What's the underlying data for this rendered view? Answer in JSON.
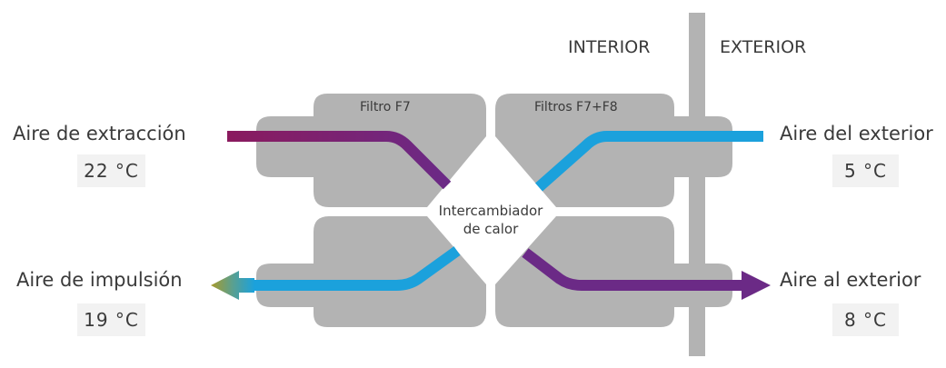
{
  "zones": {
    "interior": "INTERIOR",
    "exterior": "EXTERIOR"
  },
  "filters": {
    "left": "Filtro F7",
    "right": "Filtros F7+F8"
  },
  "exchanger": {
    "line1": "Intercambiador",
    "line2": "de calor"
  },
  "flows": {
    "extraction": {
      "label": "Aire de extracción",
      "temp": "22 °C"
    },
    "outdoor": {
      "label": "Aire del exterior",
      "temp": "5 °C"
    },
    "supply": {
      "label": "Aire de impulsión",
      "temp": "19 °C"
    },
    "exhaust": {
      "label": "Aire al exterior",
      "temp": "8 °C"
    }
  },
  "colors": {
    "block": "#b3b3b3",
    "wall": "#b3b3b3",
    "cold": "#1ba1dc",
    "warm": "#6b2a86",
    "warm_start": "#8a1a5e",
    "supply_tip": "#8c9a3a",
    "temp_box": "#f2f2f2"
  }
}
